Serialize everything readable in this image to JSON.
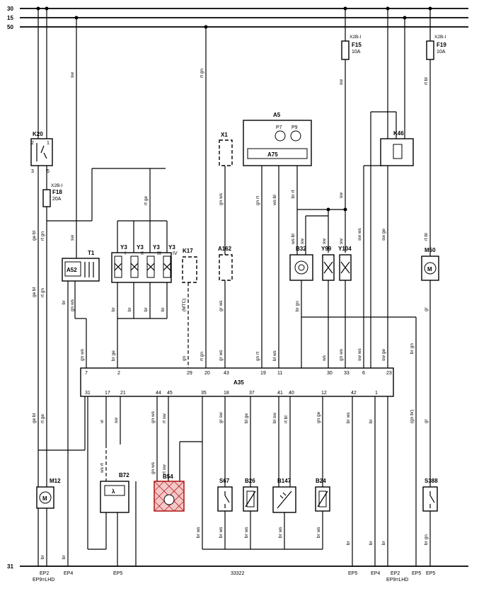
{
  "rails": {
    "r30": "30",
    "r15": "15",
    "r50": "50",
    "r31": "31"
  },
  "fuses": {
    "f18": {
      "name": "F18",
      "rating": "20A",
      "conn": "X2B-I"
    },
    "f15": {
      "name": "F15",
      "rating": "10A",
      "conn": "X2B-I"
    },
    "f19": {
      "name": "F19",
      "rating": "10A",
      "conn": "X2B-I"
    }
  },
  "components": {
    "k20": "K20",
    "t1": "T1",
    "a52": "A52",
    "y3": "Y3",
    "y3_sub": [
      "I",
      "II",
      "III",
      "IV"
    ],
    "k17": "K17",
    "k17_note": "(MTC)",
    "x1": "X1",
    "a162": "A162",
    "a5": "A5",
    "p7": "P7",
    "p9": "P9",
    "a75": "A75",
    "b32": "B32",
    "y99": "Y99",
    "y104": "Y104",
    "k46": "K46",
    "m50": "M50",
    "a35": "A35",
    "m12": "M12",
    "b72": "B72",
    "b54": "B54",
    "s67": "S67",
    "b26": "B26",
    "b147": "B147",
    "b24": "B24",
    "s388": "S388"
  },
  "a35_top_pins": [
    "7",
    "2",
    "29",
    "20",
    "43",
    "19",
    "11",
    "30",
    "33",
    "6",
    "23"
  ],
  "a35_bottom_pins": [
    "31",
    "17",
    "21",
    "44",
    "45",
    "35",
    "18",
    "37",
    "41",
    "40",
    "12",
    "42",
    "1"
  ],
  "wire_colors": {
    "k20_in": "sw",
    "k20_out": "ge bl",
    "f18_out": "rt gn",
    "y3_feed": "rt ge",
    "t1_top": "sw",
    "a35_7": "gn ws",
    "a35_2": "br ge",
    "a35_29": "gn",
    "a35_20": "rt gn",
    "x1_dn": "gn ws",
    "a162_dn": "gr ws",
    "a5_19": "gn rt",
    "a5_11": "ws bl",
    "a5_11b": "bl ws",
    "b32_in": "br rt",
    "b32_top": "ws bl",
    "b32_sw": "sw",
    "y99_top": "sw",
    "y104_top": "sw",
    "f15_out": "sw",
    "k46_6": "sw ws",
    "k46_23": "sw ge",
    "a35_6": "sw ws",
    "a35_23": "sw ge",
    "f19_out": "rt bl",
    "m50_top": "rt bl",
    "m50_dn": "gr",
    "y99_dn": "ws",
    "y104_dn": "gn ws",
    "b32_dn": "br gn",
    "gnd_br": "br",
    "m12_top": "rt ge",
    "m12_top2": "ge bl",
    "b72_vi": "vi",
    "b72_sw": "sw",
    "b72_wsrt": "ws rt",
    "b54_a": "gn ws",
    "b54_b": "rt sw",
    "s67_top": "gr sw",
    "b26_top": "bl ge",
    "b147_a": "bl sw",
    "b147_b": "rt bl",
    "b24_top": "gn ge",
    "a35_42": "br ws",
    "s388_top": "gr",
    "gnbr": "(gn br)",
    "brws": "br ws",
    "brgn": "br gn"
  },
  "ground_labels": [
    "EP2",
    "EP9=LHD",
    "EP4",
    "EP5",
    "33322",
    "EP5",
    "EP4",
    "EP2",
    "EP9=LHD",
    "EP5",
    "EP5"
  ]
}
